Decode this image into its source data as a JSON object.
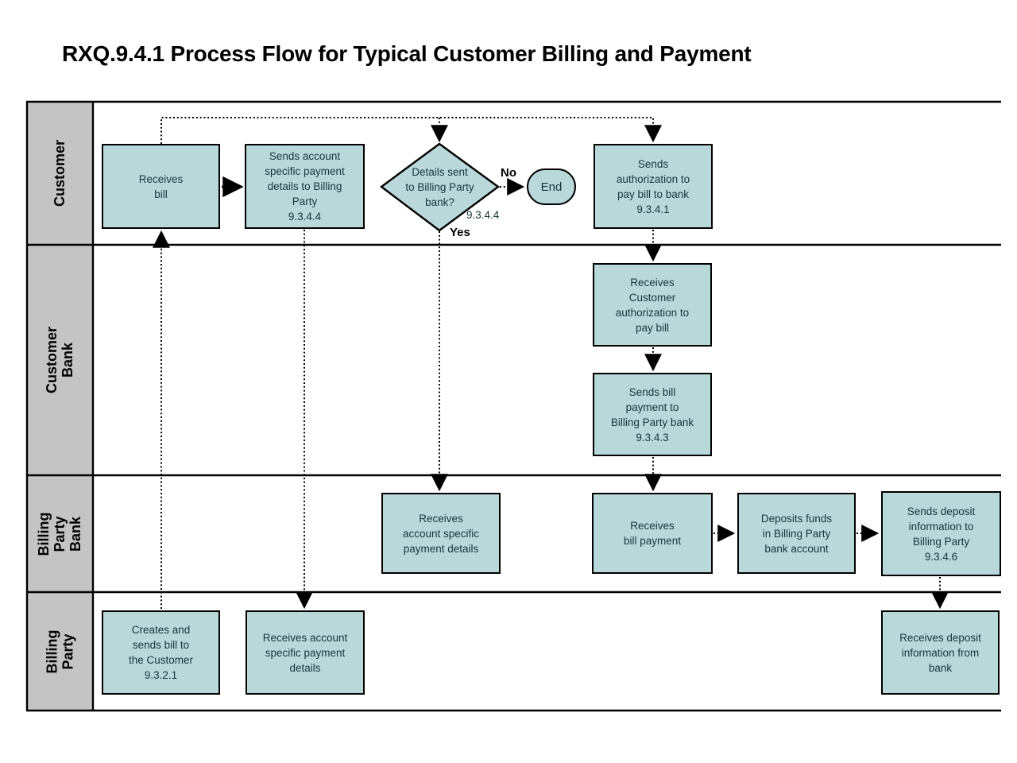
{
  "title": "RXQ.9.4.1 Process Flow for Typical Customer Billing and Payment",
  "lanes": [
    {
      "id": "customer",
      "label": "Customer"
    },
    {
      "id": "customer-bank",
      "label": "Customer Bank"
    },
    {
      "id": "billing-party-bank",
      "label": "Billing\nParty Bank"
    },
    {
      "id": "billing-party",
      "label": "Billing\nParty"
    }
  ],
  "nodes": {
    "receives_bill": {
      "label": "Receives\nbill",
      "lane": "Customer"
    },
    "sends_account_details": {
      "label": "Sends account\nspecific payment\ndetails to Billing\nParty\n9.3.4.4",
      "lane": "Customer"
    },
    "sends_authorization": {
      "label": "Sends\nauthorization to\npay bill to bank\n9.3.4.1",
      "lane": "Customer"
    },
    "receives_authorization": {
      "label": "Receives\nCustomer\nauthorization to\npay bill",
      "lane": "Customer Bank"
    },
    "sends_bill_payment": {
      "label": "Sends bill\npayment to\nBilling Party bank\n9.3.4.3",
      "lane": "Customer Bank"
    },
    "receives_account_details_bank": {
      "label": "Receives\naccount specific\npayment details",
      "lane": "Billing Party Bank"
    },
    "receives_bill_payment": {
      "label": "Receives\nbill payment",
      "lane": "Billing Party Bank"
    },
    "deposits_funds": {
      "label": "Deposits funds\nin Billing Party\nbank account",
      "lane": "Billing Party Bank"
    },
    "sends_deposit_info": {
      "label": "Sends deposit\ninformation to\nBilling Party\n9.3.4.6",
      "lane": "Billing Party Bank"
    },
    "creates_bill": {
      "label": "Creates and\nsends bill to\nthe Customer\n9.3.2.1",
      "lane": "Billing Party"
    },
    "receives_account_details_party": {
      "label": "Receives account\nspecific payment\ndetails",
      "lane": "Billing Party"
    },
    "receives_deposit_info": {
      "label": "Receives deposit\ninformation from\nbank",
      "lane": "Billing Party"
    }
  },
  "decision": {
    "label": "Details sent\nto Billing Party\nbank?",
    "ref": "9.3.4.4",
    "yes_label": "Yes",
    "no_label": "No"
  },
  "terminator": {
    "label": "End"
  },
  "colors": {
    "node_fill": "#b8d8da",
    "lane_fill": "#c4c4c4",
    "line": "#000000",
    "node_text": "#18343d",
    "title_text": "#000000",
    "background": "#ffffff"
  }
}
